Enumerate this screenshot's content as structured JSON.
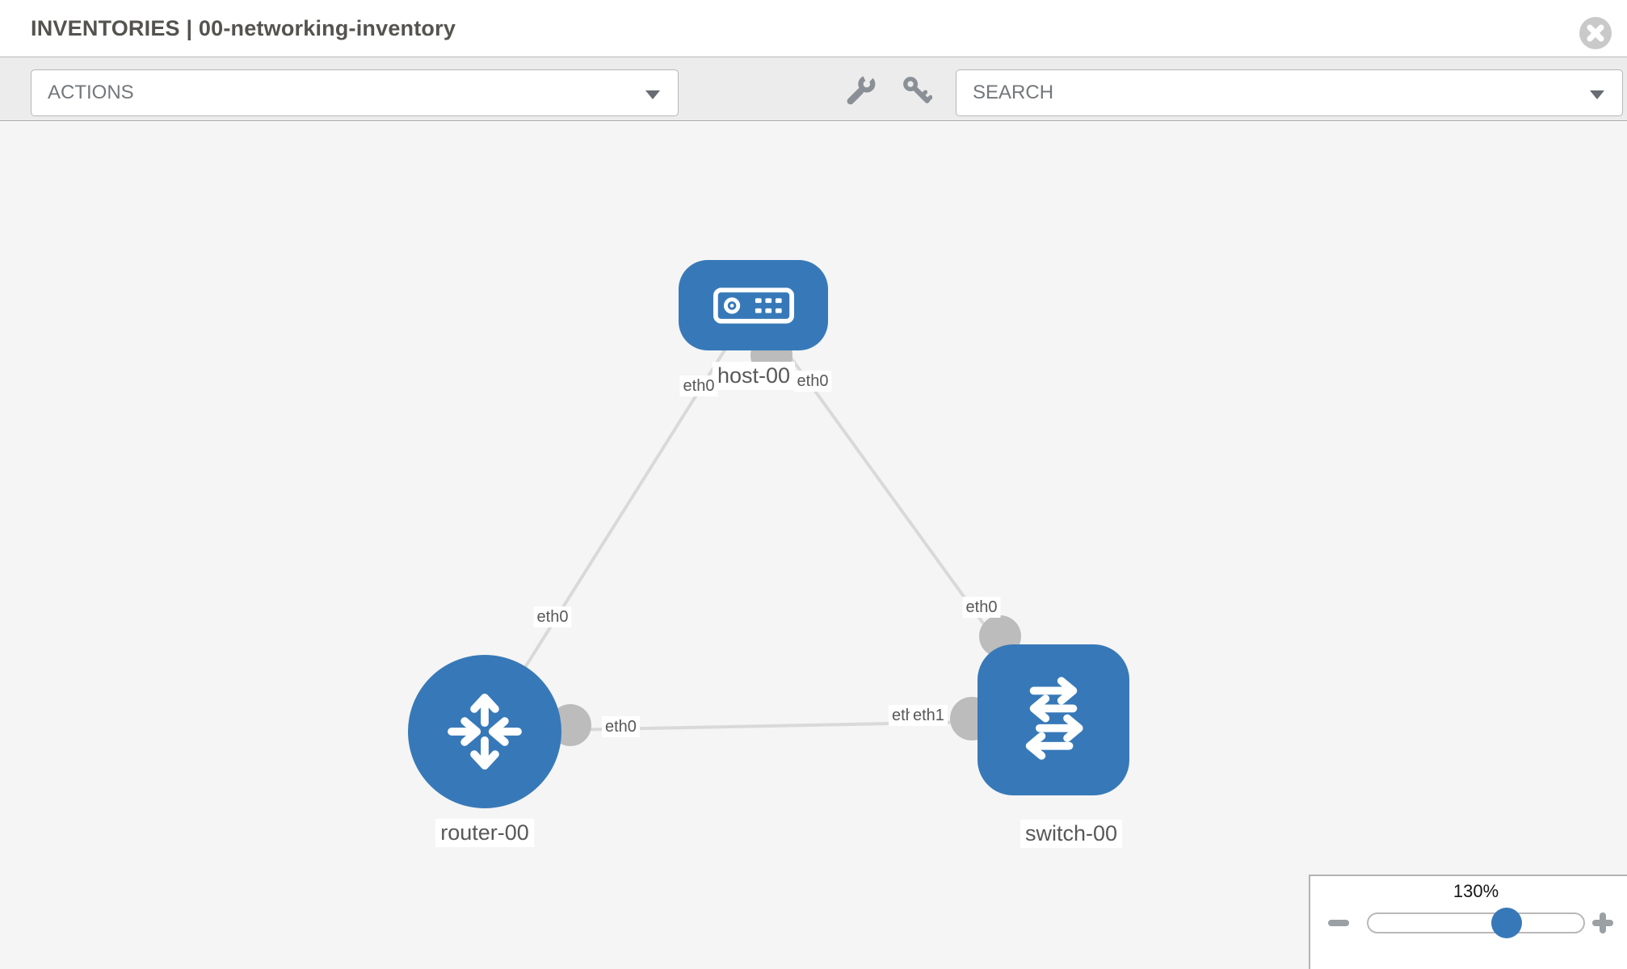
{
  "header": {
    "title": "INVENTORIES | 00-networking-inventory"
  },
  "toolbar": {
    "actions_label": "ACTIONS",
    "search_label": "SEARCH"
  },
  "diagram": {
    "nodes": [
      {
        "id": "host-00",
        "type": "host",
        "label": "host-00"
      },
      {
        "id": "router-00",
        "type": "router",
        "label": "router-00"
      },
      {
        "id": "switch-00",
        "type": "switch",
        "label": "switch-00"
      }
    ],
    "links": [
      {
        "from": "host-00",
        "to": "router-00",
        "from_interface": "eth0",
        "to_interface": "eth0"
      },
      {
        "from": "host-00",
        "to": "switch-00",
        "from_interface": "eth0",
        "to_interface": "eth0"
      },
      {
        "from": "router-00",
        "to": "switch-00",
        "from_interface": "eth0",
        "to_interface": "eth1"
      }
    ],
    "interface_labels": {
      "host_left": "eth0",
      "host_right": "eth0",
      "host_router_mid": "eth0",
      "host_switch_mid": "eth0",
      "router_side": "eth0",
      "switch_side_under": "eth0",
      "switch_side_top": "eth1"
    }
  },
  "zoom_control": {
    "level": "130%"
  },
  "colors": {
    "node_blue": "#3779b8",
    "link_gray": "#d9d9d9",
    "connector_gray": "#bcbcbc",
    "toolbar_gray": "#ececec"
  }
}
